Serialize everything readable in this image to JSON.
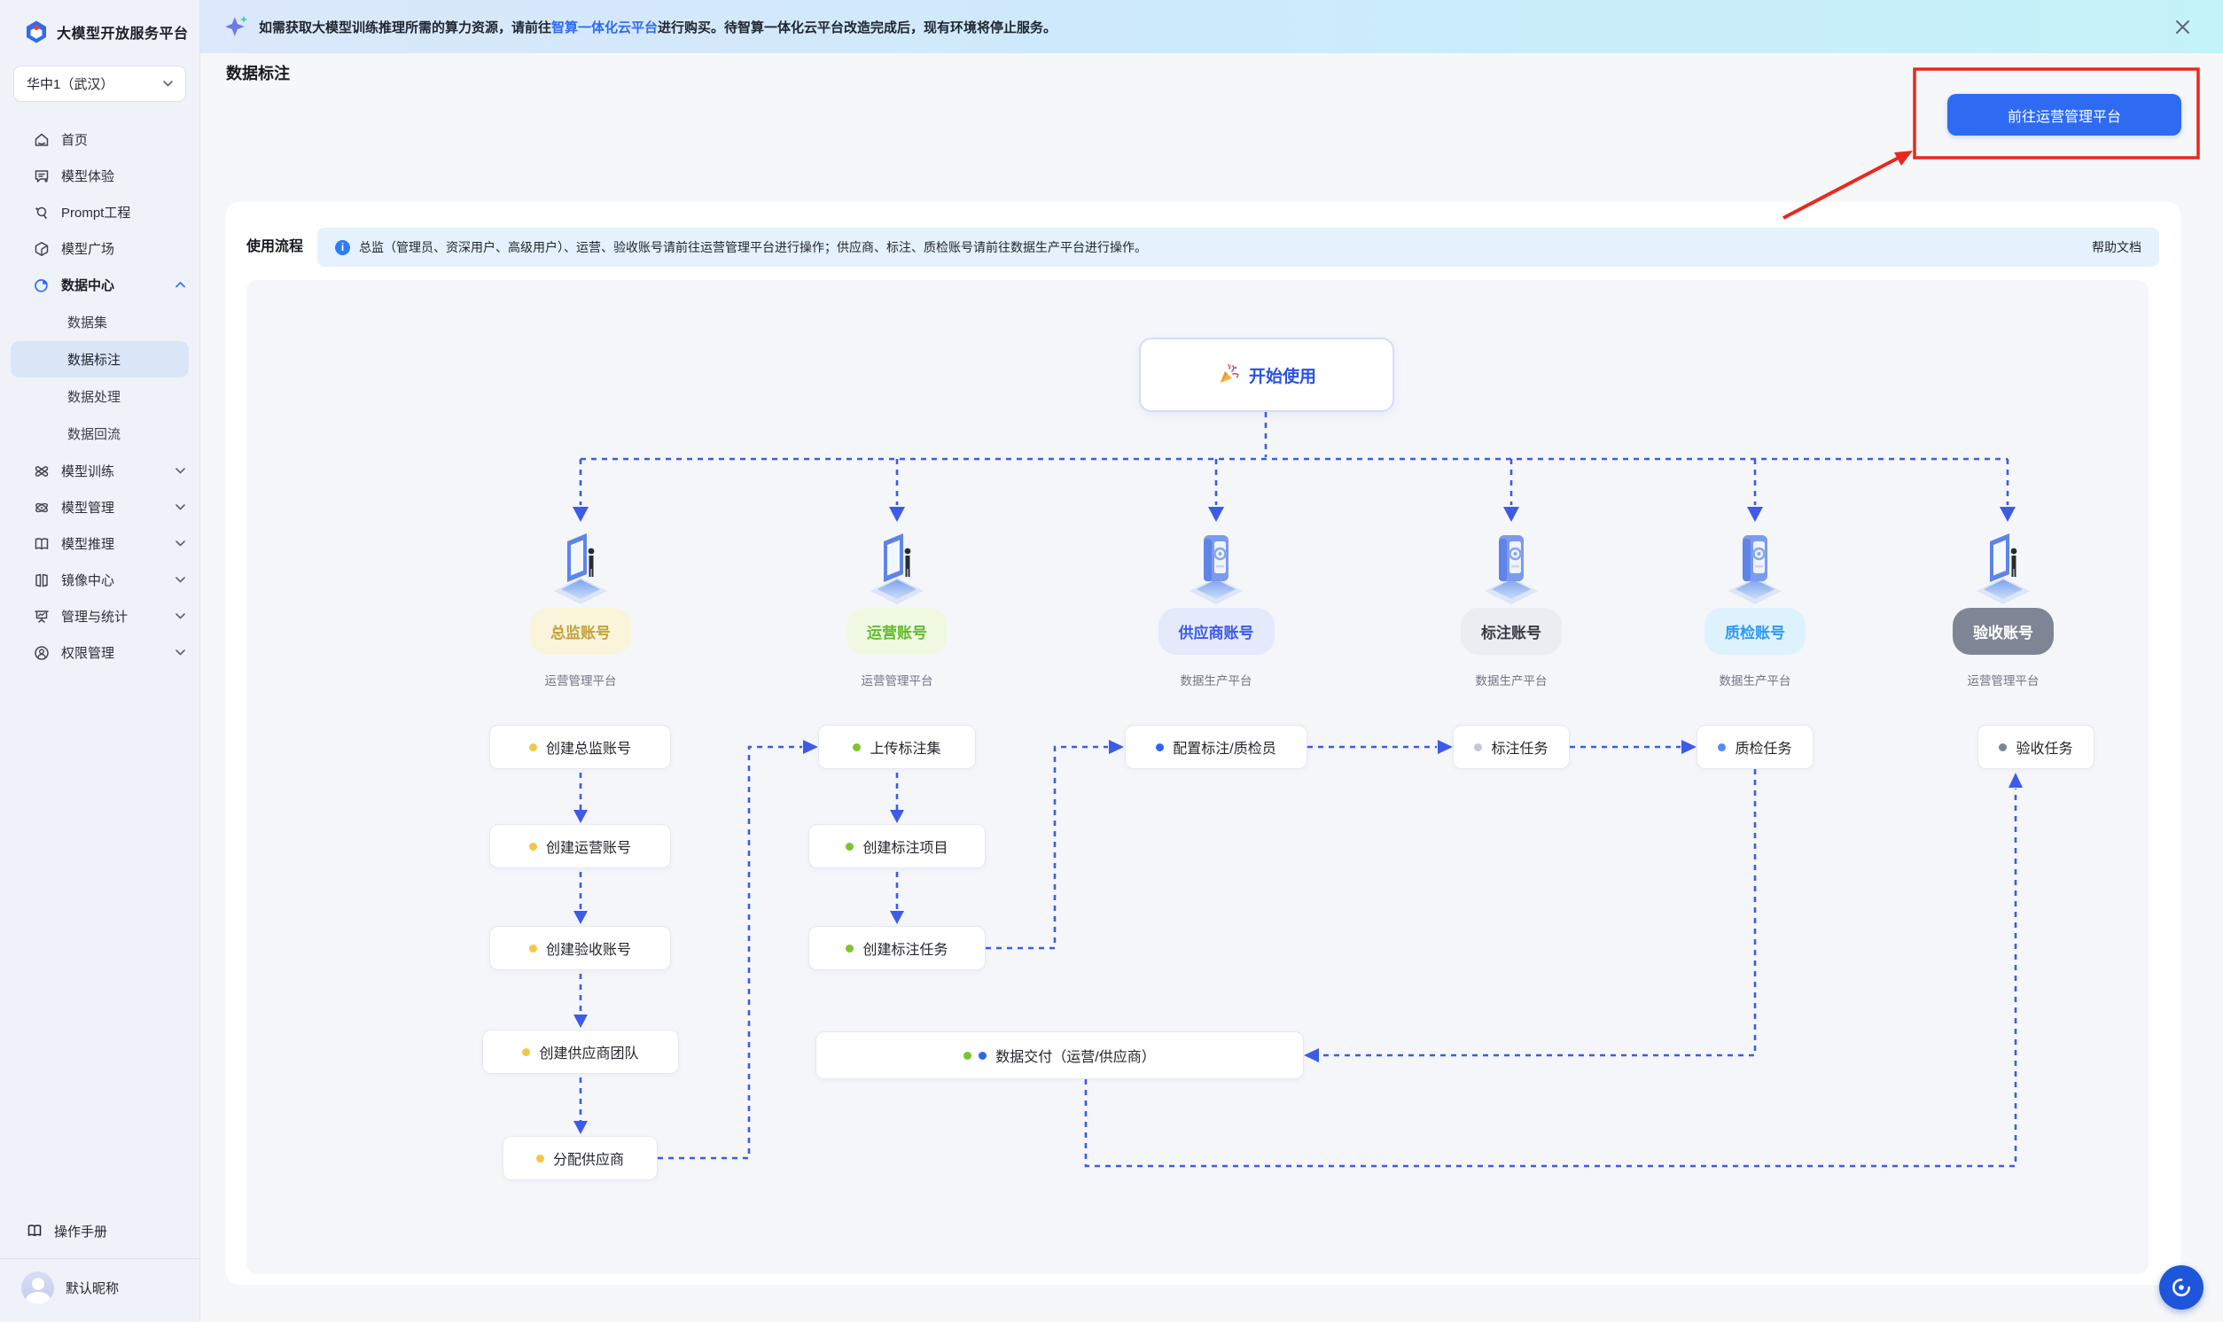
{
  "banner": {
    "icon": "sparkle-stars-icon",
    "text_prefix": "如需获取大模型训练推理所需的算力资源，请前往",
    "link": "智算一体化云平台",
    "text_suffix": "进行购买。待智算一体化云平台改造完成后，现有环境将停止服务。",
    "close_icon": "close-x"
  },
  "sidebar": {
    "logo_title": "大模型开放服务平台",
    "region_selector": {
      "value": "华中1（武汉）"
    },
    "items": [
      {
        "label": "首页",
        "icon": "home-icon"
      },
      {
        "label": "模型体验",
        "icon": "chat-icon"
      },
      {
        "label": "Prompt工程",
        "icon": "wand-icon"
      },
      {
        "label": "模型广场",
        "icon": "cube-icon"
      },
      {
        "label": "数据中心",
        "icon": "pie-icon",
        "active": true,
        "expanded": true
      },
      {
        "label": "模型训练",
        "icon": "train-icon"
      },
      {
        "label": "模型管理",
        "icon": "manage-icon"
      },
      {
        "label": "模型推理",
        "icon": "infer-icon"
      },
      {
        "label": "镜像中心",
        "icon": "mirror-icon"
      },
      {
        "label": "管理与统计",
        "icon": "stats-icon"
      },
      {
        "label": "权限管理",
        "icon": "perm-icon"
      }
    ],
    "data_center_children": [
      {
        "label": "数据集"
      },
      {
        "label": "数据标注",
        "active": true
      },
      {
        "label": "数据处理"
      },
      {
        "label": "数据回流"
      }
    ],
    "manual_label": "操作手册",
    "user_name": "默认昵称"
  },
  "header": {
    "title": "数据标注",
    "cta_button": "前往运营管理平台"
  },
  "flow": {
    "section_label": "使用流程",
    "info_text": "总监（管理员、资深用户、高级用户）、运营、验收账号请前往运营管理平台进行操作；供应商、标注、质检账号请前往数据生产平台进行操作。",
    "help_link": "帮助文档",
    "start_button": {
      "icon": "party-popper-icon",
      "label": "开始使用"
    },
    "columns": [
      {
        "account": "总监账号",
        "platform": "运营管理平台",
        "badge_bg": "#FAF4DA",
        "badge_color": "#C2A23D",
        "icon": "door-person-icon"
      },
      {
        "account": "运营账号",
        "platform": "运营管理平台",
        "badge_bg": "#EFF9E2",
        "badge_color": "#62BA2C",
        "icon": "door-person-icon"
      },
      {
        "account": "供应商账号",
        "platform": "数据生产平台",
        "badge_bg": "#E4E9FC",
        "badge_color": "#3A5BE9",
        "icon": "machine-icon"
      },
      {
        "account": "标注账号",
        "platform": "数据生产平台",
        "badge_bg": "#EAEDF1",
        "badge_color": "#373C45",
        "icon": "machine-icon"
      },
      {
        "account": "质检账号",
        "platform": "数据生产平台",
        "badge_bg": "#DEF2FE",
        "badge_color": "#2D9BF1",
        "icon": "machine-icon"
      },
      {
        "account": "验收账号",
        "platform": "运营管理平台",
        "badge_bg": "#7E8696",
        "badge_color": "#FFFFFF",
        "icon": "door-person-icon"
      }
    ],
    "tasks": {
      "create_director": {
        "label": "创建总监账号",
        "dot": "#F6C643"
      },
      "create_operator": {
        "label": "创建运营账号",
        "dot": "#F6C643"
      },
      "create_acceptor": {
        "label": "创建验收账号",
        "dot": "#F6C643"
      },
      "create_vendor_team": {
        "label": "创建供应商团队",
        "dot": "#F6C643"
      },
      "assign_vendor": {
        "label": "分配供应商",
        "dot": "#F6C643"
      },
      "upload_dataset": {
        "label": "上传标注集",
        "dot": "#7BC62B"
      },
      "create_project": {
        "label": "创建标注项目",
        "dot": "#7BC62B"
      },
      "create_task": {
        "label": "创建标注任务",
        "dot": "#7BC62B"
      },
      "config_staff": {
        "label": "配置标注/质检员",
        "dot": "#2D66F4"
      },
      "annotate_task": {
        "label": "标注任务",
        "dot": "#C2C7D1"
      },
      "qc_task": {
        "label": "质检任务",
        "dot": "#4D8DF7"
      },
      "accept_task": {
        "label": "验收任务",
        "dot": "#7D8494"
      },
      "delivery": {
        "label": "数据交付（运营/供应商）",
        "dot1": "#7BC62B",
        "dot2": "#2D66F4"
      }
    },
    "arrow_color": "#3D5BE8"
  }
}
